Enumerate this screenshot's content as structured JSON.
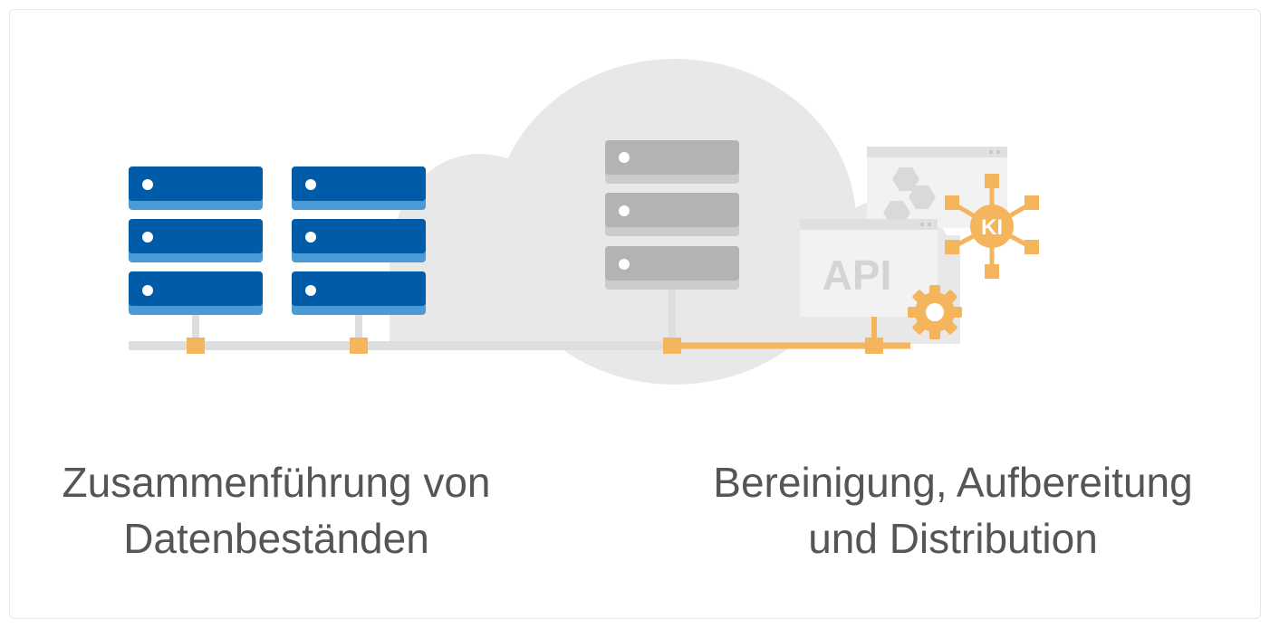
{
  "illustration": {
    "api_label": "API",
    "ki_label": "KI",
    "colors": {
      "blue_dark": "#005ca9",
      "blue_light": "#4a9ad6",
      "gray_server": "#b3b3b3",
      "gray_server_light": "#cccccc",
      "cloud": "#e8e8e8",
      "line_gray": "#dedede",
      "orange": "#f5b55c",
      "text": "#555555"
    }
  },
  "captions": {
    "left": {
      "line1": "Zusammenführung von",
      "line2": "Datenbeständen"
    },
    "right": {
      "line1": "Bereinigung, Aufbereitung",
      "line2": "und Distribution"
    }
  }
}
